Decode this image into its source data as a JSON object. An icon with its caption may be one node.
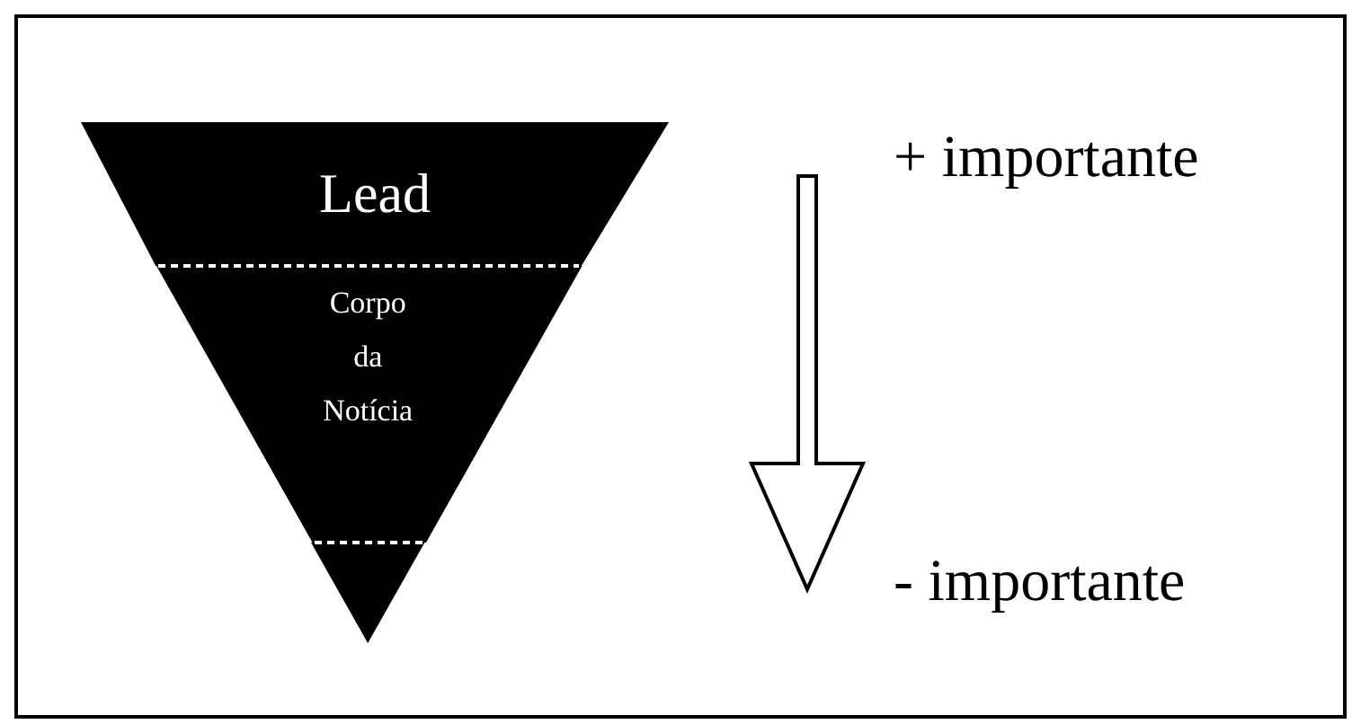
{
  "diagram": {
    "nodes": [
      {
        "text": [
          "Lead"
        ]
      },
      {
        "text": [
          "Corpo da Notícia"
        ]
      },
      {
        "text": [],
        "shape": "triangle"
      }
    ],
    "edges": [],
    "labels": [
      "+ importante",
      "- importante"
    ]
  }
}
